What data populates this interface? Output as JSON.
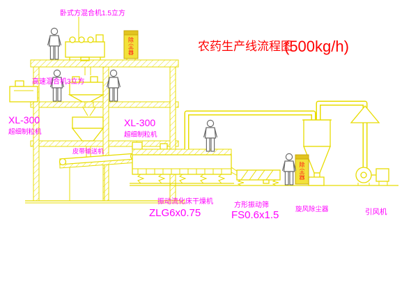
{
  "title": {
    "text": "农药生产线流程图",
    "capacity": "(500kg/h)"
  },
  "labels": {
    "horizontal_mixer": "卧式方混合机1.5立方",
    "high_speed_mixer": "高速混合机3立方",
    "granulator_left_model": "XL-300",
    "granulator_left_name": "超细制粒机",
    "granulator_center_model": "XL-300",
    "granulator_center_name": "超细制粒机",
    "belt_conveyor": "皮带输送机",
    "dryer_name": "振动流化床干燥机",
    "dryer_model": "ZLG6x0.75",
    "sieve_name": "方形振动筛",
    "sieve_model": "FS0.6x1.5",
    "cyclone_name": "旋风除尘器",
    "fan_name": "引风机",
    "dust_collector_top": "除尘器",
    "dust_collector_right": "除尘器"
  },
  "colors": {
    "line": "#e8dc00",
    "label": "#ff00ff",
    "title": "#ff0000",
    "cabinet_fill": "#f2e23a",
    "cabinet_text": "#ff1616"
  }
}
